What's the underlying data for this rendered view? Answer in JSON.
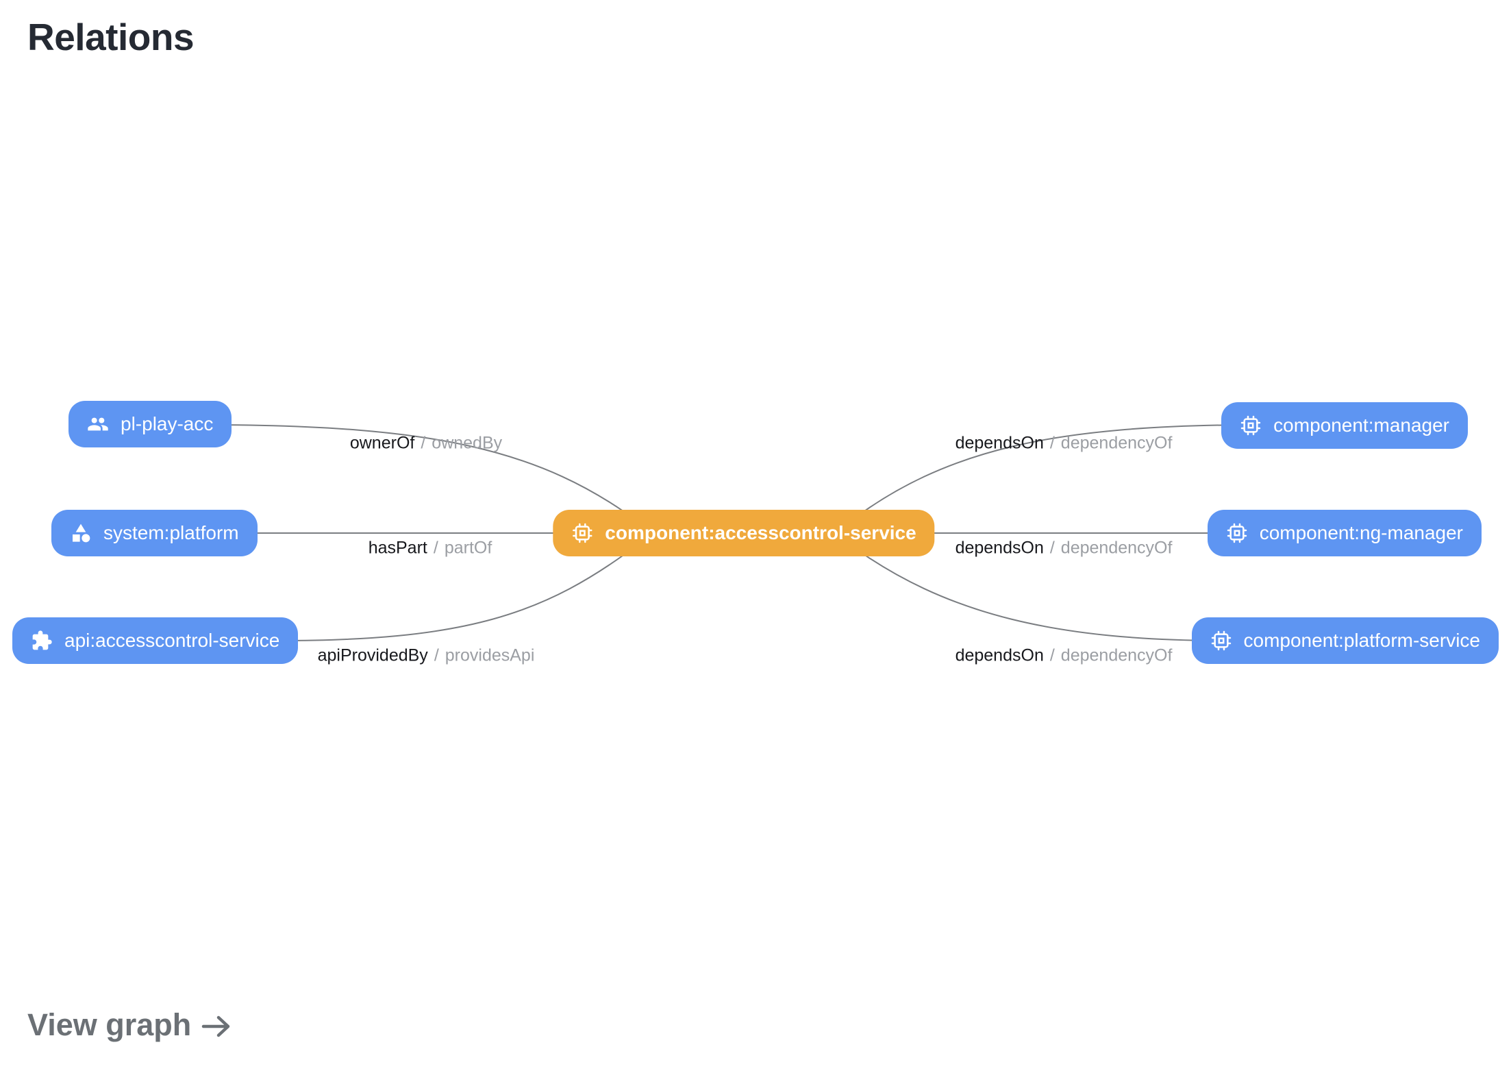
{
  "title": "Relations",
  "footer": {
    "view_graph": "View graph",
    "icon": "arrow-right-icon"
  },
  "colors": {
    "node_blue": "#5e95f2",
    "node_orange": "#f0a93c",
    "edge_line": "#7a7d81",
    "label_primary": "#17181c",
    "label_secondary": "#9b9ea3",
    "title": "#252a33",
    "view_graph": "#6b7075"
  },
  "graph": {
    "center": {
      "label": "component:accesscontrol-service",
      "icon": "chip-icon"
    },
    "left": [
      {
        "label": "pl-play-acc",
        "icon": "group-icon"
      },
      {
        "label": "system:platform",
        "icon": "category-icon"
      },
      {
        "label": "api:accesscontrol-service",
        "icon": "puzzle-icon"
      }
    ],
    "right": [
      {
        "label": "component:manager",
        "icon": "chip-icon"
      },
      {
        "label": "component:ng-manager",
        "icon": "chip-icon"
      },
      {
        "label": "component:platform-service",
        "icon": "chip-icon"
      }
    ],
    "edge_labels": {
      "left": [
        {
          "primary": "ownerOf",
          "sep": "/",
          "secondary": "ownedBy"
        },
        {
          "primary": "hasPart",
          "sep": "/",
          "secondary": "partOf"
        },
        {
          "primary": "apiProvidedBy",
          "sep": "/",
          "secondary": "providesApi"
        }
      ],
      "right": [
        {
          "primary": "dependsOn",
          "sep": "/",
          "secondary": "dependencyOf"
        },
        {
          "primary": "dependsOn",
          "sep": "/",
          "secondary": "dependencyOf"
        },
        {
          "primary": "dependsOn",
          "sep": "/",
          "secondary": "dependencyOf"
        }
      ]
    }
  }
}
